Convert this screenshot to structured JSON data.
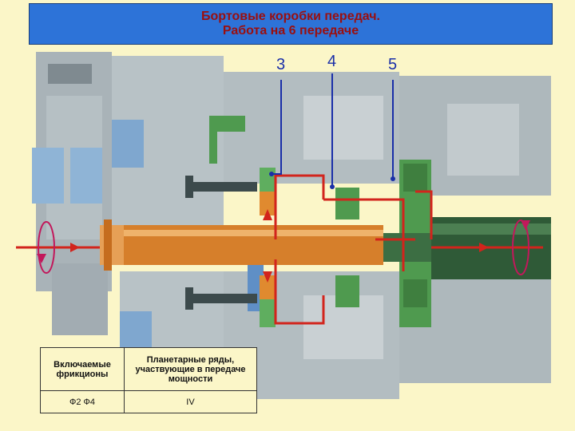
{
  "title": {
    "line1": "Бортовые коробки передач.",
    "line2": "Работа на 6 передаче"
  },
  "callouts": {
    "c3": "3",
    "c4": "4",
    "c5": "5"
  },
  "table": {
    "col1_header": "Включаемые фрикционы",
    "col2_header": "Планетарные ряды, участвующие в передаче мощности",
    "col1_value": "Ф2   Ф4",
    "col2_value": "IV"
  },
  "colors": {
    "background": "#fbf6c8",
    "title_bg": "#2d73d8",
    "title_text": "#9a0f0f",
    "housing": "#9aa7ad",
    "shaft": "#d67f2b",
    "output_shaft": "#2f5a37",
    "gear_green": "#4f9a4f",
    "power_path": "#d2241c",
    "arrow": "#c2185b",
    "callout": "#1a2fa8"
  }
}
